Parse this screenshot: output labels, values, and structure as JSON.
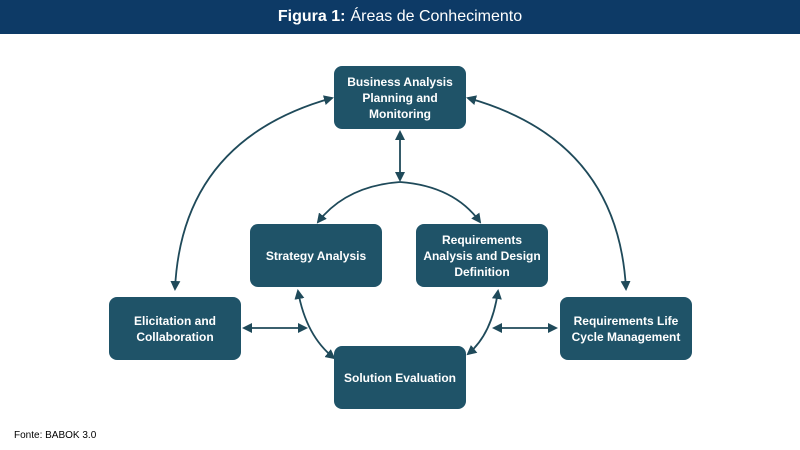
{
  "title": {
    "label": "Figura 1:",
    "text": "Áreas de Conhecimento"
  },
  "nodes": {
    "planning": "Business Analysis\nPlanning and\nMonitoring",
    "strategy": "Strategy Analysis",
    "radd": "Requirements\nAnalysis and Design\nDefinition",
    "elicitation": "Elicitation and\nCollaboration",
    "lifecycle": "Requirements Life\nCycle Management",
    "evaluation": "Solution Evaluation"
  },
  "source": "Fonte: BABOK 3.0",
  "colors": {
    "title_bar": "#0d3a66",
    "node_fill": "#1f5368",
    "arrow": "#1f4a5a"
  }
}
